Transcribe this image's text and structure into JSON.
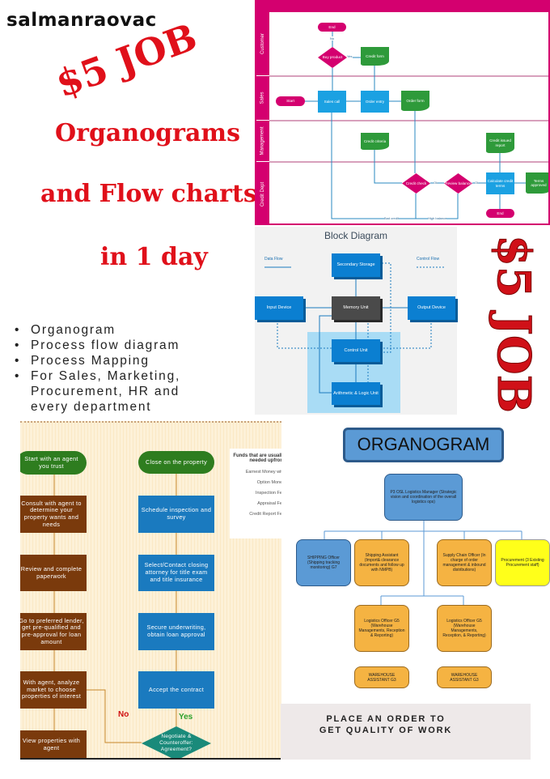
{
  "hero": {
    "username": "salmanraovac",
    "price_badge": "$5 JOB",
    "line1": "Organograms",
    "line2": "and Flow charts",
    "line3": "in 1 day",
    "side_badge": "$5 JOB"
  },
  "features": [
    "Organogram",
    "Process flow diagram",
    "Process Mapping",
    "For Sales, Marketing,",
    "Procurement, HR and",
    "every department"
  ],
  "swimlane": {
    "lanes": [
      "Customer",
      "Sales",
      "Management",
      "Credit Dept"
    ],
    "nodes": [
      "End",
      "Buy product",
      "Credit form",
      "Start",
      "Sales call",
      "Order entry",
      "Order form",
      "Credit criteria",
      "Credit issued report",
      "Credit check",
      "Review balance",
      "Calculate credit terms",
      "Terms approved",
      "End"
    ],
    "edge_labels": [
      "No",
      "Yes",
      "Ok",
      "Ok",
      "Bad credit",
      "High balance"
    ]
  },
  "block_diagram": {
    "title": "Block Diagram",
    "legend_data": "Data Flow",
    "legend_control": "Control Flow",
    "nodes": [
      "Secondary Storage",
      "Input Device",
      "Memory Unit",
      "Output Device",
      "Control Unit",
      "Arithmetic & Logic Unit"
    ]
  },
  "flowchart": {
    "nodes": [
      "Start with an agent you trust",
      "Consult with agent to determine your property wants and needs",
      "Review and complete paperwork",
      "Go to preferred lender, get pre-qualified and pre-approval for loan amount",
      "With agent, analyze market to choose properties of interest",
      "View properties with agent",
      "Close on the property",
      "Schedule inspection and survey",
      "Select/Contact closing attorney for title exam and title insurance",
      "Secure underwriting, obtain loan approval",
      "Accept the contract",
      "Negotiate & Counteroffer: Agreement?"
    ],
    "no_label": "No",
    "yes_label": "Yes",
    "funds_title": "Funds that are usually needed upfront",
    "funds_items": [
      "Earnest Money with",
      "Option Money",
      "Inspection Fee",
      "Appraisal Fee",
      "Credit Report Fee"
    ]
  },
  "organogram": {
    "title": "ORGANOGRAM",
    "nodes": [
      "P3 OSL Logistics Manager (Strategic vision and coordination of the overall logistics ops)",
      "SHIPPING Officer (Shipping tracking monitoring) G7",
      "Shipping Assistant (Import& clearance documents and follow up with NMPB)",
      "Supply Chain Officer (In charge of order management & inbound distributions)",
      "Procurement (3 Existing Procurement staff)",
      "Logistics Officer G5 (Warehouse Managements, Reception & Reporting)",
      "Logistics Officer G5 (Warehouse Managements, Reception, & Reporting)",
      "WAREHOUSE ASSISTANT G3",
      "WAREHOUSE ASSISTANT G3"
    ]
  },
  "cta": {
    "line1": "PLACE AN ORDER TO",
    "line2": "GET QUALITY OF WORK"
  },
  "colors": {
    "red": "#e0101a",
    "magenta": "#d4006f",
    "blue": "#1ba1e2",
    "green": "#2e9a3a"
  }
}
